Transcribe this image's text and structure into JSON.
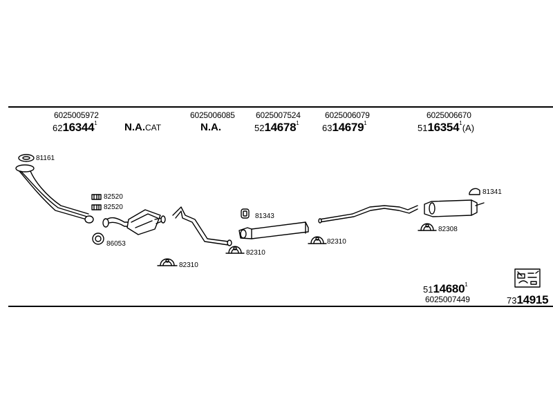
{
  "header": {
    "columns": [
      {
        "code": "6025005972",
        "prefix": "62",
        "main": "16344",
        "note": "1"
      },
      {
        "na": "N.A.",
        "na_suffix": "CAT"
      },
      {
        "code": "6025006085",
        "na": "N.A."
      },
      {
        "code": "6025007524",
        "prefix": "52",
        "main": "14678",
        "note": "1"
      },
      {
        "code": "6025006079",
        "prefix": "63",
        "main": "14679",
        "note": "1"
      },
      {
        "code": "6025006670",
        "prefix": "51",
        "main": "16354",
        "note": "1",
        "suffix": "(A)"
      }
    ]
  },
  "parts_labels": {
    "gasket_top": "81161",
    "clamp_a": "82520",
    "clamp_b": "82520",
    "ring": "86053",
    "clamp_cat": "82310",
    "hanger_mid": "81343",
    "clamp_mid": "82310",
    "clamp_right": "82310",
    "hanger_rear": "81341",
    "clamp_rear": "82308"
  },
  "footer": {
    "kit": {
      "prefix": "51",
      "main": "14680",
      "note": "1",
      "code": "6025007449"
    },
    "diagram": {
      "prefix": "73",
      "main": "14915"
    }
  }
}
